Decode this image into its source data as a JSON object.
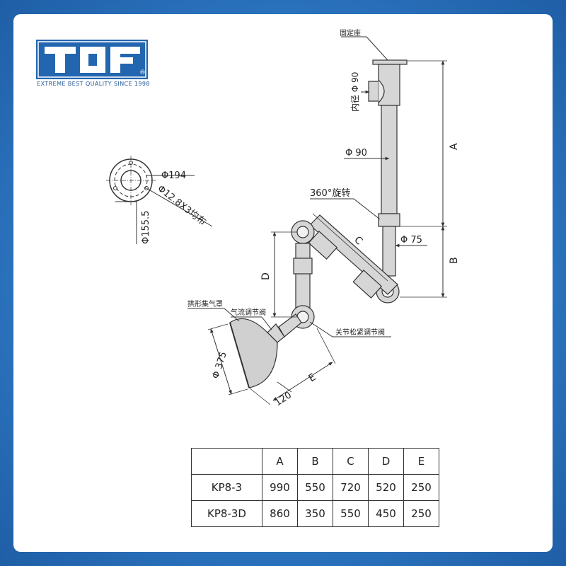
{
  "brand": {
    "logo_text": "TOF",
    "registered": "®",
    "tagline": "EXTREME BEST QUALITY SINCE 1998"
  },
  "labels": {
    "fixed_seat": "固定座",
    "inner_diameter": "内径 Φ 90",
    "pipe_dia": "Φ 90",
    "rotation": "360°旋转",
    "arm_dia": "Φ 75",
    "hood": "拱形集气罩",
    "airflow_valve": "气流调节阀",
    "joint_valve": "关节松紧调节阀",
    "dim_A": "A",
    "dim_B": "B",
    "dim_C": "C",
    "dim_D": "D",
    "dim_E": "E",
    "hood_dia": "Φ 375",
    "hood_len": "120"
  },
  "flange": {
    "outer_dia": "Φ194",
    "holes": "Φ12.8X3均布",
    "bolt_circle": "Φ155.5"
  },
  "table": {
    "headers": [
      "",
      "A",
      "B",
      "C",
      "D",
      "E"
    ],
    "rows": [
      [
        "KP8-3",
        "990",
        "550",
        "720",
        "520",
        "250"
      ],
      [
        "KP8-3D",
        "860",
        "350",
        "550",
        "450",
        "250"
      ]
    ]
  },
  "colors": {
    "frame": "#2f79c4",
    "logo_bg": "#2366b0",
    "arm_fill": "#d6d6d6",
    "line": "#333333"
  }
}
